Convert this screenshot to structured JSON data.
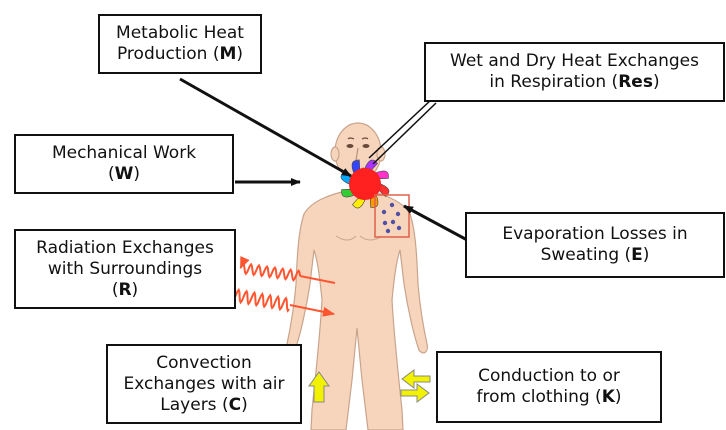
{
  "labels": {
    "metabolic": {
      "line1": "Metabolic Heat",
      "line2_text": "Production (",
      "line2_sym": "M",
      "line2_end": ")"
    },
    "respiration": {
      "line1": "Wet and Dry Heat Exchanges",
      "line2_text": "in Respiration (",
      "line2_sym": "Res",
      "line2_end": ")"
    },
    "mechanical": {
      "line1": "Mechanical Work",
      "line2_text": "(",
      "line2_sym": "W",
      "line2_end": ")"
    },
    "evaporation": {
      "line1": "Evaporation Losses in",
      "line2_text": "Sweating (",
      "line2_sym": "E",
      "line2_end": ")"
    },
    "radiation": {
      "line1": "Radiation Exchanges",
      "line2": "with Surroundings",
      "line3_text": "(",
      "line3_sym": "R",
      "line3_end": ")"
    },
    "convection": {
      "line1": "Convection",
      "line2": "Exchanges with air",
      "line3_text": "Layers (",
      "line3_sym": "C",
      "line3_end": ")"
    },
    "conduction": {
      "line1": "Conduction to or",
      "line2_text": "from clothing (",
      "line2_sym": "K",
      "line2_end": ")"
    }
  },
  "colors": {
    "skin": "#f7d5bd",
    "skin_outline": "#c9a48c",
    "heart": "#ff2020",
    "radiation_waves": "#ff5530",
    "sweat_box": "#e0604a",
    "sweat_dots": "#5050a8",
    "yellow_arrows": "#f2f200",
    "pinwheel": [
      "#ff3030",
      "#ff9900",
      "#ffee00",
      "#33cc33",
      "#00aaff",
      "#3344ff",
      "#aa33ff",
      "#ff33cc"
    ]
  }
}
